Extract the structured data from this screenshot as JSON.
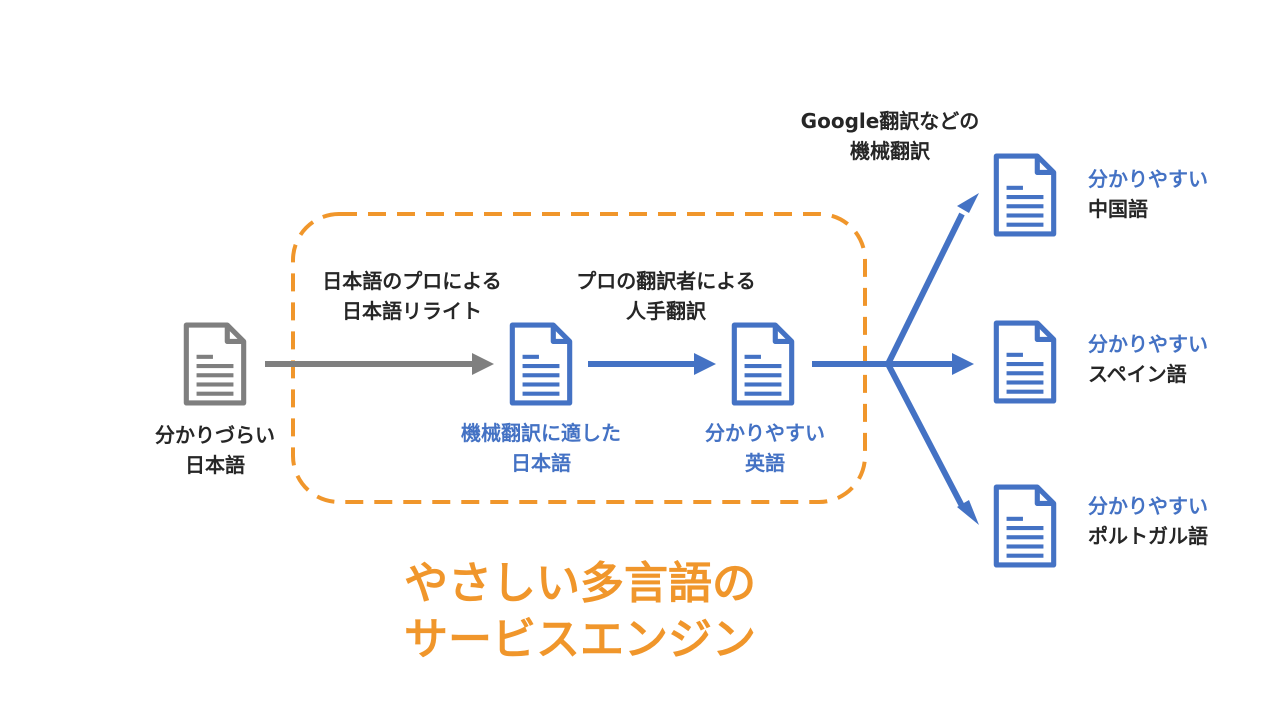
{
  "colors": {
    "gray": "#7f7f7f",
    "blue": "#4472c4",
    "orange": "#f0962b",
    "text": "#262626"
  },
  "source": {
    "label": [
      "分かりづらい",
      "日本語"
    ],
    "icon": "document-icon"
  },
  "step_rewrite": {
    "label": [
      "日本語のプロによる",
      "日本語リライト"
    ]
  },
  "doc_mt_ready": {
    "label": [
      "機械翻訳に適した",
      "日本語"
    ],
    "icon": "document-icon"
  },
  "step_human_translation": {
    "label": [
      "プロの翻訳者による",
      "人手翻訳"
    ]
  },
  "doc_english": {
    "label": [
      "分かりやすい",
      "英語"
    ],
    "icon": "document-icon"
  },
  "step_machine_translation": {
    "label": [
      "Google翻訳などの",
      "機械翻訳"
    ]
  },
  "outputs": [
    {
      "label_top": "分かりやすい",
      "label_bottom": "中国語",
      "icon": "document-icon"
    },
    {
      "label_top": "分かりやすい",
      "label_bottom": "スペイン語",
      "icon": "document-icon"
    },
    {
      "label_top": "分かりやすい",
      "label_bottom": "ポルトガル語",
      "icon": "document-icon"
    }
  ],
  "engine_title": [
    "やさしい多言語の",
    "サービスエンジン"
  ]
}
